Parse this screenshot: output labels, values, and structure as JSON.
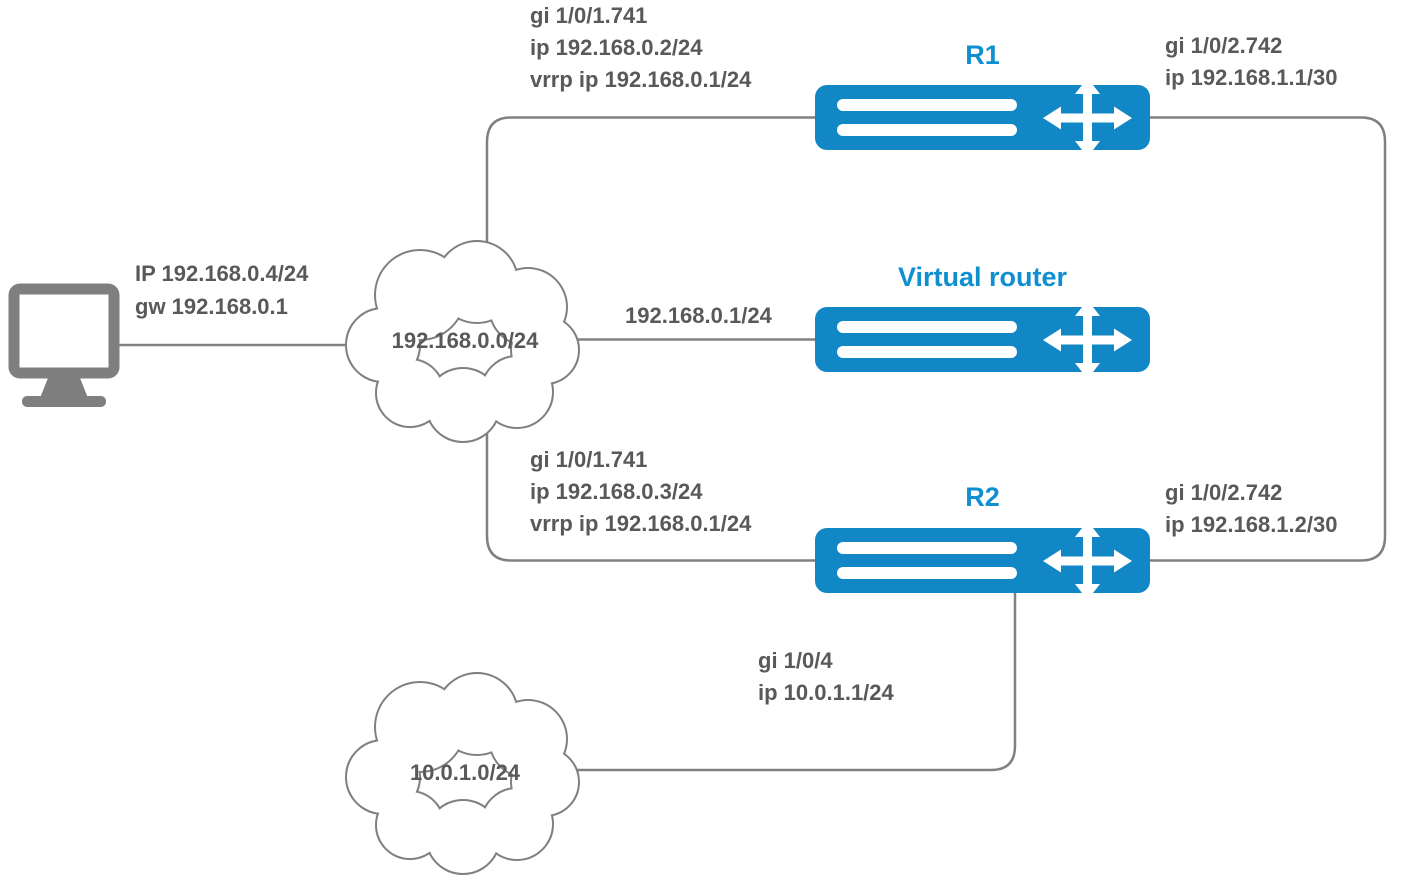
{
  "pc": {
    "labels": [
      "IP 192.168.0.4/24",
      "gw 192.168.0.1"
    ]
  },
  "clouds": {
    "lan": {
      "label": "192.168.0.0/24"
    },
    "wan": {
      "label": "10.0.1.0/24"
    }
  },
  "routers": {
    "r1": {
      "title": "R1",
      "left_labels": [
        "gi 1/0/1.741",
        "ip 192.168.0.2/24",
        "vrrp ip 192.168.0.1/24"
      ],
      "right_labels": [
        "gi 1/0/2.742",
        "ip 192.168.1.1/30"
      ]
    },
    "virtual": {
      "title": "Virtual router",
      "left_labels": [
        "192.168.0.1/24"
      ]
    },
    "r2": {
      "title": "R2",
      "left_labels": [
        "gi 1/0/1.741",
        "ip 192.168.0.3/24",
        "vrrp ip 192.168.0.1/24"
      ],
      "right_labels": [
        "gi 1/0/2.742",
        "ip 192.168.1.2/30"
      ],
      "bottom_labels": [
        "gi 1/0/4",
        "ip 10.0.1.1/24"
      ]
    }
  },
  "colors": {
    "router_blue": "#1287c6",
    "title_blue": "#0f8fd0",
    "line_gray": "#808080",
    "label_gray": "#595959"
  }
}
